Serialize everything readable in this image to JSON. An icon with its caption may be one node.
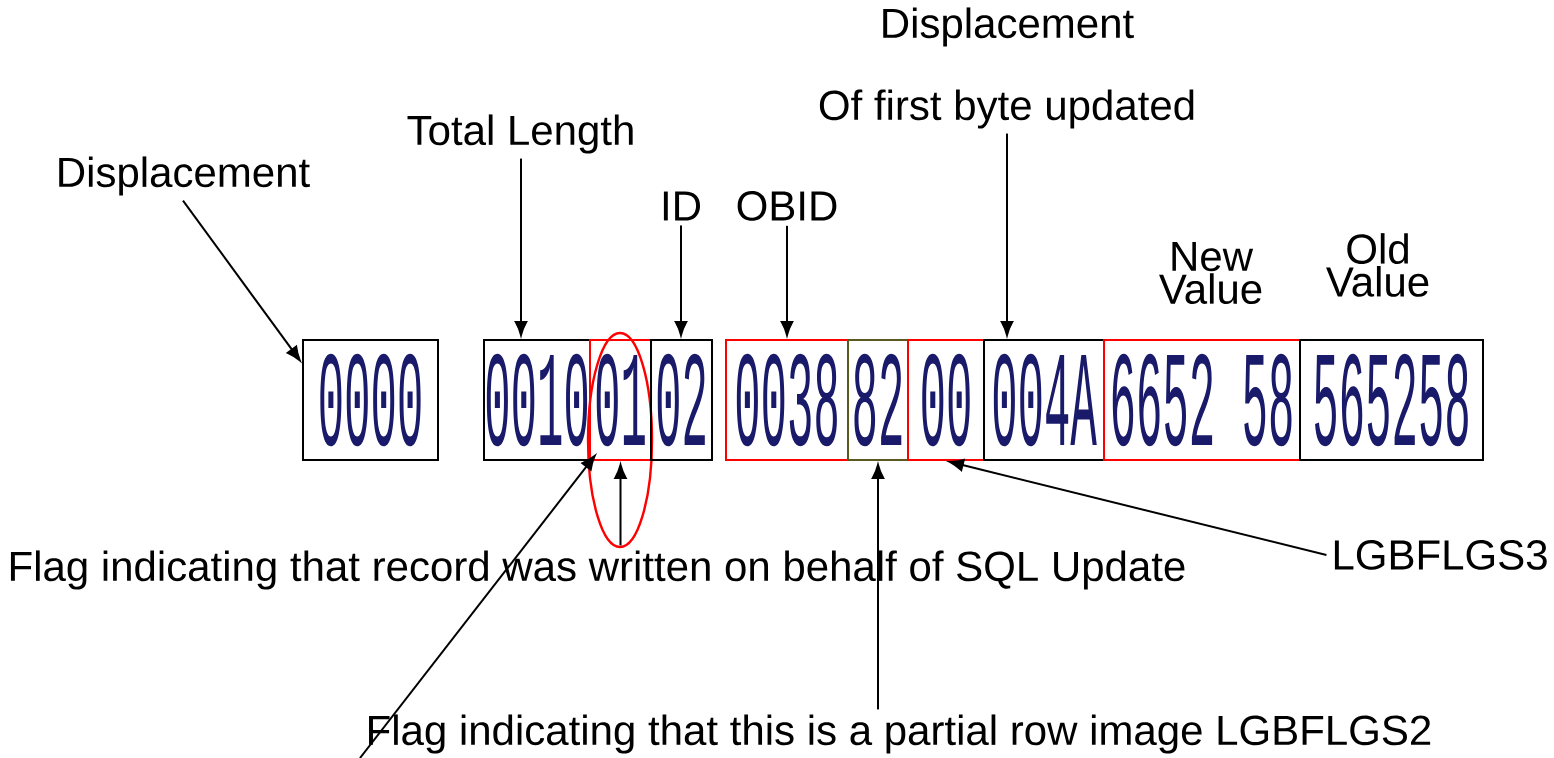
{
  "diagram": {
    "nodes": [
      {
        "text": [
          "Displacement"
        ]
      },
      {
        "text": [
          "Total Length"
        ]
      },
      {
        "text": [
          "ID"
        ]
      },
      {
        "text": [
          "OBID"
        ]
      },
      {
        "text": [
          "Displacement",
          "Of first byte updated"
        ]
      },
      {
        "text": [
          "0000"
        ]
      },
      {
        "text": [
          "0010"
        ]
      },
      {
        "text": [
          "01"
        ]
      },
      {
        "text": [
          "02"
        ]
      },
      {
        "text": [
          "0038"
        ]
      },
      {
        "text": [
          "82"
        ]
      },
      {
        "text": [
          "00"
        ]
      },
      {
        "text": [
          "004A"
        ]
      },
      {
        "text": [
          "6652 58"
        ]
      },
      {
        "text": [
          "565258"
        ]
      },
      {
        "text": [
          "Flag indicating that record was written on behalf of SQL Update"
        ]
      },
      {
        "text": [
          "LGBFLGS3"
        ]
      },
      {
        "text": [
          "Flag indicating that this is a partial row image LGBFLGS2"
        ]
      }
    ],
    "edges": [
      {
        "from": 0,
        "to": 5,
        "arrow": "to"
      },
      {
        "from": 1,
        "to": 6,
        "arrow": "to"
      },
      {
        "from": 2,
        "to": 8,
        "arrow": "to"
      },
      {
        "from": 3,
        "to": 9,
        "arrow": "to"
      },
      {
        "from": 4,
        "to": 12,
        "arrow": "to"
      },
      {
        "from": 15,
        "to": 7,
        "arrow": "to"
      },
      {
        "from": 16,
        "to": 11,
        "arrow": "to"
      },
      {
        "from": 17,
        "to": 10,
        "arrow": "to"
      },
      {
        "from": 17,
        "to": 7,
        "arrow": "to"
      }
    ],
    "labels": [
      "New Value",
      "Old Value"
    ]
  }
}
